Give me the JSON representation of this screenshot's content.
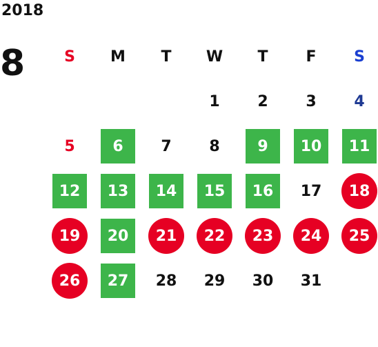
{
  "calendar": {
    "year": "2018",
    "month": "8",
    "weekdays": [
      {
        "label": "S",
        "color": "#e60023"
      },
      {
        "label": "M",
        "color": "#111111"
      },
      {
        "label": "T",
        "color": "#111111"
      },
      {
        "label": "W",
        "color": "#111111"
      },
      {
        "label": "T",
        "color": "#111111"
      },
      {
        "label": "F",
        "color": "#111111"
      },
      {
        "label": "S",
        "color": "#1a3fd1"
      }
    ],
    "colors": {
      "green": "#3db54a",
      "red": "#e60023",
      "text": "#111111",
      "sunday": "#e60023",
      "saturday": "#1a3fd1",
      "saturday_date": "#1f3a93"
    },
    "weeks": [
      [
        {
          "day": "",
          "style": "none"
        },
        {
          "day": "",
          "style": "none"
        },
        {
          "day": "",
          "style": "none"
        },
        {
          "day": "1",
          "style": "none"
        },
        {
          "day": "2",
          "style": "none"
        },
        {
          "day": "3",
          "style": "none"
        },
        {
          "day": "4",
          "style": "saturday"
        }
      ],
      [
        {
          "day": "5",
          "style": "sunday"
        },
        {
          "day": "6",
          "style": "green"
        },
        {
          "day": "7",
          "style": "none"
        },
        {
          "day": "8",
          "style": "none"
        },
        {
          "day": "9",
          "style": "green"
        },
        {
          "day": "10",
          "style": "green"
        },
        {
          "day": "11",
          "style": "green"
        }
      ],
      [
        {
          "day": "12",
          "style": "green"
        },
        {
          "day": "13",
          "style": "green"
        },
        {
          "day": "14",
          "style": "green"
        },
        {
          "day": "15",
          "style": "green"
        },
        {
          "day": "16",
          "style": "green"
        },
        {
          "day": "17",
          "style": "none"
        },
        {
          "day": "18",
          "style": "red"
        }
      ],
      [
        {
          "day": "19",
          "style": "red"
        },
        {
          "day": "20",
          "style": "green"
        },
        {
          "day": "21",
          "style": "red"
        },
        {
          "day": "22",
          "style": "red"
        },
        {
          "day": "23",
          "style": "red"
        },
        {
          "day": "24",
          "style": "red"
        },
        {
          "day": "25",
          "style": "red"
        }
      ],
      [
        {
          "day": "26",
          "style": "red"
        },
        {
          "day": "27",
          "style": "green"
        },
        {
          "day": "28",
          "style": "none"
        },
        {
          "day": "29",
          "style": "none"
        },
        {
          "day": "30",
          "style": "none"
        },
        {
          "day": "31",
          "style": "none"
        },
        {
          "day": "",
          "style": "none"
        }
      ]
    ]
  }
}
